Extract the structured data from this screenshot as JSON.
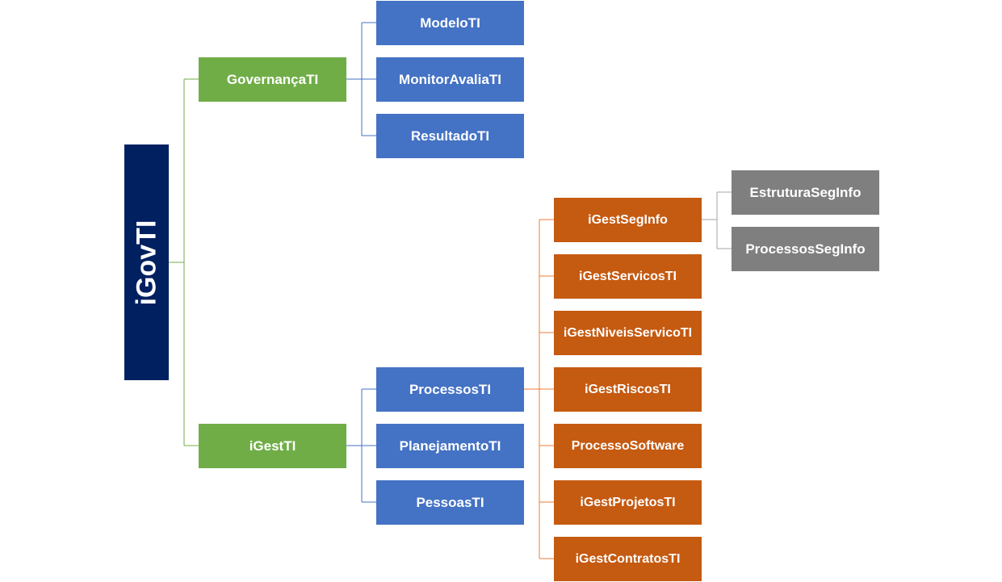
{
  "colors": {
    "root": "#002060",
    "green": "#70AD47",
    "blue": "#4472C4",
    "orange": "#C55A11",
    "gray": "#7F7F7F",
    "line_green": "#70AD47",
    "line_blue": "#4472C4",
    "line_orange": "#ED7D31",
    "line_gray": "#A5A5A5"
  },
  "root": {
    "label": "iGovTI"
  },
  "governanca": {
    "label": "GovernançaTI",
    "children": [
      "ModeloTI",
      "MonitorAvaliaTI",
      "ResultadoTI"
    ]
  },
  "igest": {
    "label": "iGestTI",
    "children": [
      "ProcessosTI",
      "PlanejamentoTI",
      "PessoasTI"
    ]
  },
  "processos": {
    "children": [
      "iGestSegInfo",
      "iGestServicosTI",
      "iGestNiveisServicoTI",
      "iGestRiscosTI",
      "ProcessoSoftware",
      "iGestProjetosTI",
      "iGestContratosTI"
    ]
  },
  "seginfo": {
    "children": [
      "EstruturaSegInfo",
      "ProcessosSegInfo"
    ]
  }
}
